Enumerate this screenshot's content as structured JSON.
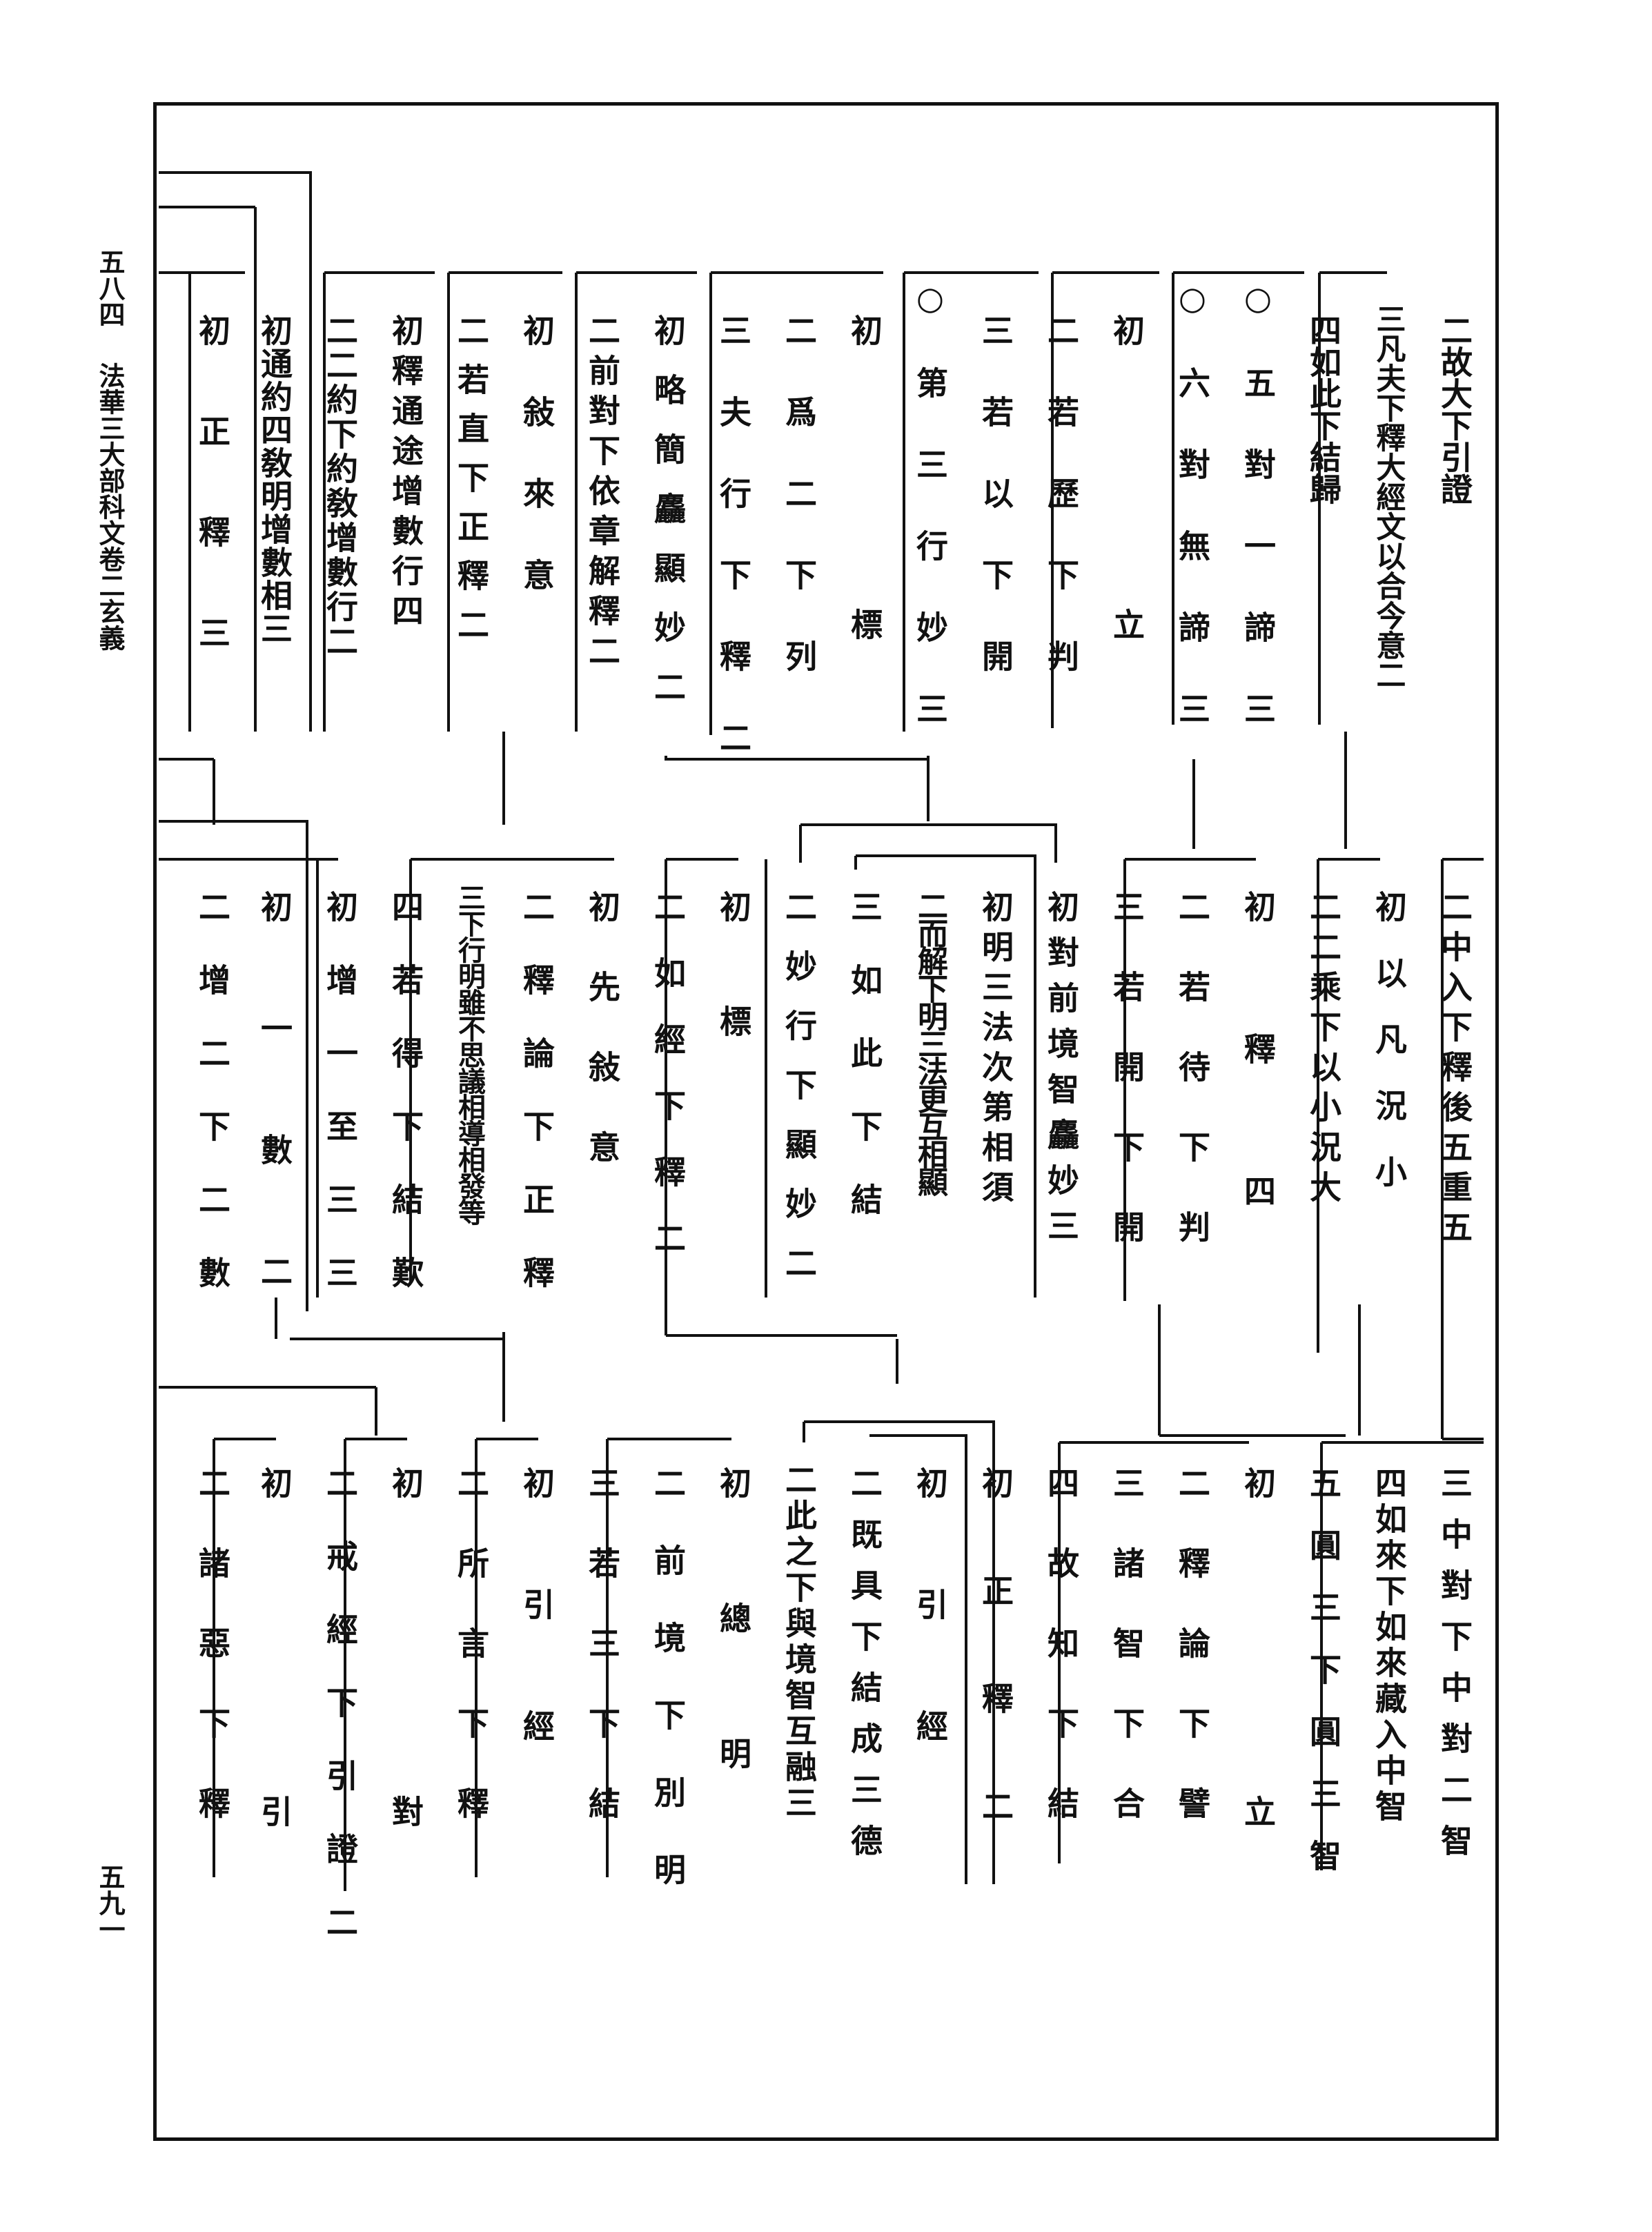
{
  "margin": {
    "page_left": "五八四",
    "title": "法華三大部科文卷二玄義",
    "page_right": "五九一"
  },
  "tiers": [
    {
      "columns": [
        {
          "id": "t1c1",
          "text": "二故大下引證"
        },
        {
          "id": "t1c2",
          "text": "三凡夫下釋大經文以合今意二"
        },
        {
          "id": "t1c3",
          "text": "四如此下結歸"
        },
        {
          "id": "t1c4",
          "text": "○五對一諦三"
        },
        {
          "id": "t1c5",
          "text": "○六對無諦三"
        },
        {
          "id": "t1c6",
          "text": "初立"
        },
        {
          "id": "t1c7",
          "text": "二若歷下判"
        },
        {
          "id": "t1c8",
          "text": "三若以下開"
        },
        {
          "id": "t1c9",
          "text": "○第三行妙三"
        },
        {
          "id": "t1c10",
          "text": "初標"
        },
        {
          "id": "t1c11",
          "text": "二爲二下列"
        },
        {
          "id": "t1c12",
          "text": "三夫行下釋二"
        },
        {
          "id": "t1c13",
          "text": "初略簡麤顯妙二"
        },
        {
          "id": "t1c14",
          "text": "二前對下依章解釋二"
        },
        {
          "id": "t1c15",
          "text": "初敍來意"
        },
        {
          "id": "t1c16",
          "text": "二若直下正釋二"
        },
        {
          "id": "t1c17",
          "text": "初釋通途增數行四"
        },
        {
          "id": "t1c18",
          "text": "二二約下約敎增數行二"
        },
        {
          "id": "t1c19",
          "text": "初通約四敎明增數相三"
        },
        {
          "id": "t1c20",
          "text": "初正釋三"
        }
      ]
    },
    {
      "columns": [
        {
          "id": "t2c1",
          "text": "二中入下釋後五重五"
        },
        {
          "id": "t2c2",
          "text": "初以凡況小"
        },
        {
          "id": "t2c3",
          "text": "二二乘下以小況大"
        },
        {
          "id": "t2c4",
          "text": "初釋四"
        },
        {
          "id": "t2c5",
          "text": "二若待下判"
        },
        {
          "id": "t2c6",
          "text": "三若開下開"
        },
        {
          "id": "t2c7",
          "text": "初對前境智麤妙三"
        },
        {
          "id": "t2c8",
          "text": "初明三法次第相須"
        },
        {
          "id": "t2c9",
          "text": "二而解下明三法更互相顯"
        },
        {
          "id": "t2c10",
          "text": "三如此下結"
        },
        {
          "id": "t2c11",
          "text": "二妙行下顯妙二"
        },
        {
          "id": "t2c12",
          "text": "初標"
        },
        {
          "id": "t2c13",
          "text": "二如經下釋二"
        },
        {
          "id": "t2c14",
          "text": "初先敍意"
        },
        {
          "id": "t2c15",
          "text": "二釋論下正釋"
        },
        {
          "id": "t2c16",
          "text": "三下行明雖不思議相導相發等"
        },
        {
          "id": "t2c17",
          "text": "四若得下結歎"
        },
        {
          "id": "t2c18",
          "text": "初增一至三三"
        },
        {
          "id": "t2c19",
          "text": "初一數二"
        },
        {
          "id": "t2c20",
          "text": "二增二下二數"
        }
      ]
    },
    {
      "columns": [
        {
          "id": "t3c1",
          "text": "三中對下中對二智"
        },
        {
          "id": "t3c2",
          "text": "四如來下如來藏入中智"
        },
        {
          "id": "t3c3",
          "text": "五圓三下圓三智"
        },
        {
          "id": "t3c4",
          "text": "初立"
        },
        {
          "id": "t3c5",
          "text": "二釋論下譬"
        },
        {
          "id": "t3c6",
          "text": "三諸智下合"
        },
        {
          "id": "t3c7",
          "text": "四故知下結"
        },
        {
          "id": "t3c8",
          "text": "初正釋二"
        },
        {
          "id": "t3c9",
          "text": "初引經"
        },
        {
          "id": "t3c10",
          "text": "二既具下結成三德"
        },
        {
          "id": "t3c11",
          "text": "二此之下與境智互融三"
        },
        {
          "id": "t3c12",
          "text": "初總明"
        },
        {
          "id": "t3c13",
          "text": "二前境下別明"
        },
        {
          "id": "t3c14",
          "text": "三若三下結"
        },
        {
          "id": "t3c15",
          "text": "初引經"
        },
        {
          "id": "t3c16",
          "text": "二所言下釋"
        },
        {
          "id": "t3c17",
          "text": "初對"
        },
        {
          "id": "t3c18",
          "text": "二戒經下引證二"
        },
        {
          "id": "t3c19",
          "text": "初引"
        },
        {
          "id": "t3c20",
          "text": "二諸惡下釋"
        }
      ]
    }
  ]
}
